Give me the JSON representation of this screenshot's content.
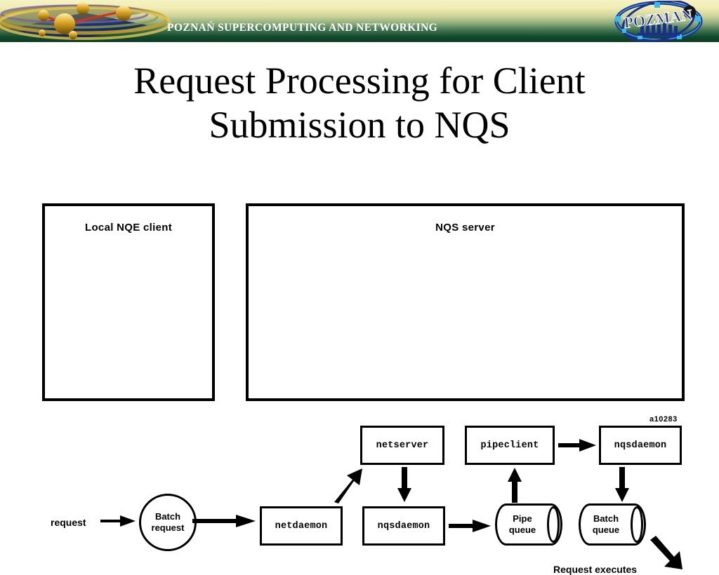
{
  "header": {
    "org_title": "POZNAŃ  SUPERCOMPUTING AND NETWORKING",
    "logo_text": "POZMAN",
    "colors": {
      "band_top": "#f5f2c4",
      "band_bottom": "#0d3b24",
      "stripe_orange": "#d8470f",
      "logo_blue": "#1b2f8f"
    }
  },
  "slide": {
    "title_line1": "Request Processing for Client",
    "title_line2": "Submission to NQS"
  },
  "diagram": {
    "left_panel": {
      "title": "Local NQE client",
      "incoming_label": "request",
      "node": "Batch\nrequest",
      "node_line1": "Batch",
      "node_line2": "request"
    },
    "right_panel": {
      "title": "NQS server",
      "top_row": [
        {
          "label": "netserver"
        },
        {
          "label": "pipeclient"
        },
        {
          "label": "nqsdaemon"
        }
      ],
      "bottom_row": [
        {
          "label": "netdaemon"
        },
        {
          "label": "nqsdaemon"
        }
      ],
      "queues": [
        {
          "line1": "Pipe",
          "line2": "queue"
        },
        {
          "line1": "Batch",
          "line2": "queue"
        }
      ],
      "exit_label": "Request executes"
    },
    "figure_id": "a10283"
  }
}
